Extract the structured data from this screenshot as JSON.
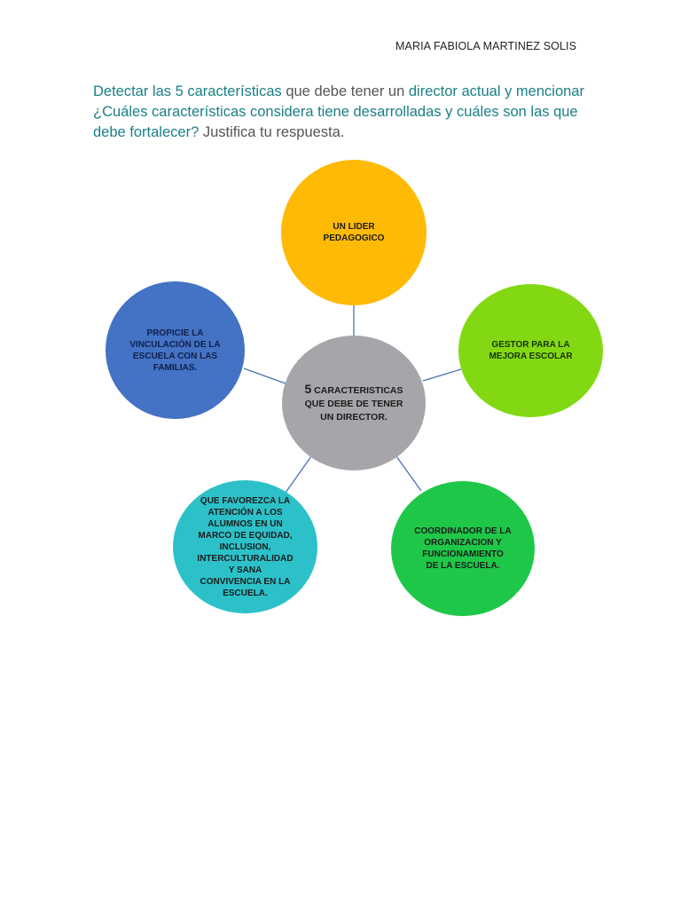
{
  "header": {
    "author": "MARIA FABIOLA MARTINEZ SOLIS"
  },
  "question": {
    "part1": "Detectar las 5 características",
    "part2": " que debe tener un ",
    "part3": "director actual y mencionar ¿Cuáles características considera tiene desarrolladas y cuáles son las que debe fortalecer?",
    "part4": " Justifica tu respuesta."
  },
  "diagram": {
    "type": "hub-and-spoke",
    "connector_color": "#4a72b0",
    "center": {
      "number": "5",
      "label_line1": " CARACTERISTICAS",
      "label_line2": "QUE DEBE DE TENER",
      "label_line3": "UN DIRECTOR.",
      "color": "#a6a5a9"
    },
    "nodes": [
      {
        "id": "top",
        "lines": [
          "UN LIDER",
          "PEDAGOGICO"
        ],
        "color": "#ffba05"
      },
      {
        "id": "right",
        "lines": [
          "GESTOR PARA LA",
          "MEJORA ESCOLAR"
        ],
        "color": "#82d913"
      },
      {
        "id": "bottom-right",
        "lines": [
          "COORDINADOR DE LA",
          "ORGANIZACION  Y",
          "FUNCIONAMIENTO",
          "DE LA ESCUELA."
        ],
        "color": "#1fc749"
      },
      {
        "id": "bottom-left",
        "lines": [
          "QUE FAVOREZCA LA",
          "ATENCIÓN A LOS",
          "ALUMNOS EN UN",
          "MARCO DE EQUIDAD,",
          "INCLUSION,",
          "INTERCULTURALIDAD",
          "Y SANA",
          "CONVIVENCIA EN LA",
          "ESCUELA."
        ],
        "color": "#2cc1c9"
      },
      {
        "id": "left",
        "lines": [
          "PROPICIE LA",
          "VINCULACIÓN  DE LA",
          "ESCUELA CON LAS",
          "FAMILIAS."
        ],
        "color": "#4472c4"
      }
    ]
  }
}
